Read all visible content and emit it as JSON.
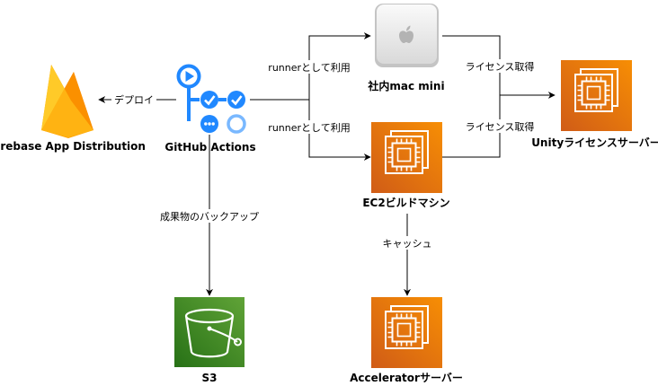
{
  "nodes": {
    "firebase": {
      "label": "Firebase App Distribution",
      "icon": "firebase-flame-icon"
    },
    "github_actions": {
      "label": "GitHub Actions",
      "icon": "github-actions-workflow-icon"
    },
    "mac_mini": {
      "label": "社内mac mini",
      "icon": "apple-mac-mini-icon"
    },
    "ec2_build": {
      "label": "EC2ビルドマシン",
      "icon": "ec2-instance-icon"
    },
    "unity_license": {
      "label": "Unityライセンスサーバー",
      "icon": "ec2-instance-icon"
    },
    "s3": {
      "label": "S3",
      "icon": "s3-bucket-icon"
    },
    "accelerator": {
      "label": "Acceleratorサーバー",
      "icon": "ec2-instance-icon"
    }
  },
  "edges": {
    "deploy": "デプロイ",
    "runner_mac": "runnerとして利用",
    "runner_ec2": "runnerとして利用",
    "license_mac": "ライセンス取得",
    "license_ec2": "ライセンス取得",
    "backup": "成果物のバックアップ",
    "cache": "キャッシュ"
  },
  "colors": {
    "aws_orange_top": "#f78e04",
    "aws_orange_bottom": "#d05c17",
    "aws_green_top": "#60a337",
    "aws_green_bottom": "#277116",
    "github_blue": "#2088ff",
    "github_light_blue": "#79b8ff",
    "firebase_yellow": "#ffca28",
    "firebase_orange": "#ffa000",
    "firebase_amber": "#f57c00"
  }
}
